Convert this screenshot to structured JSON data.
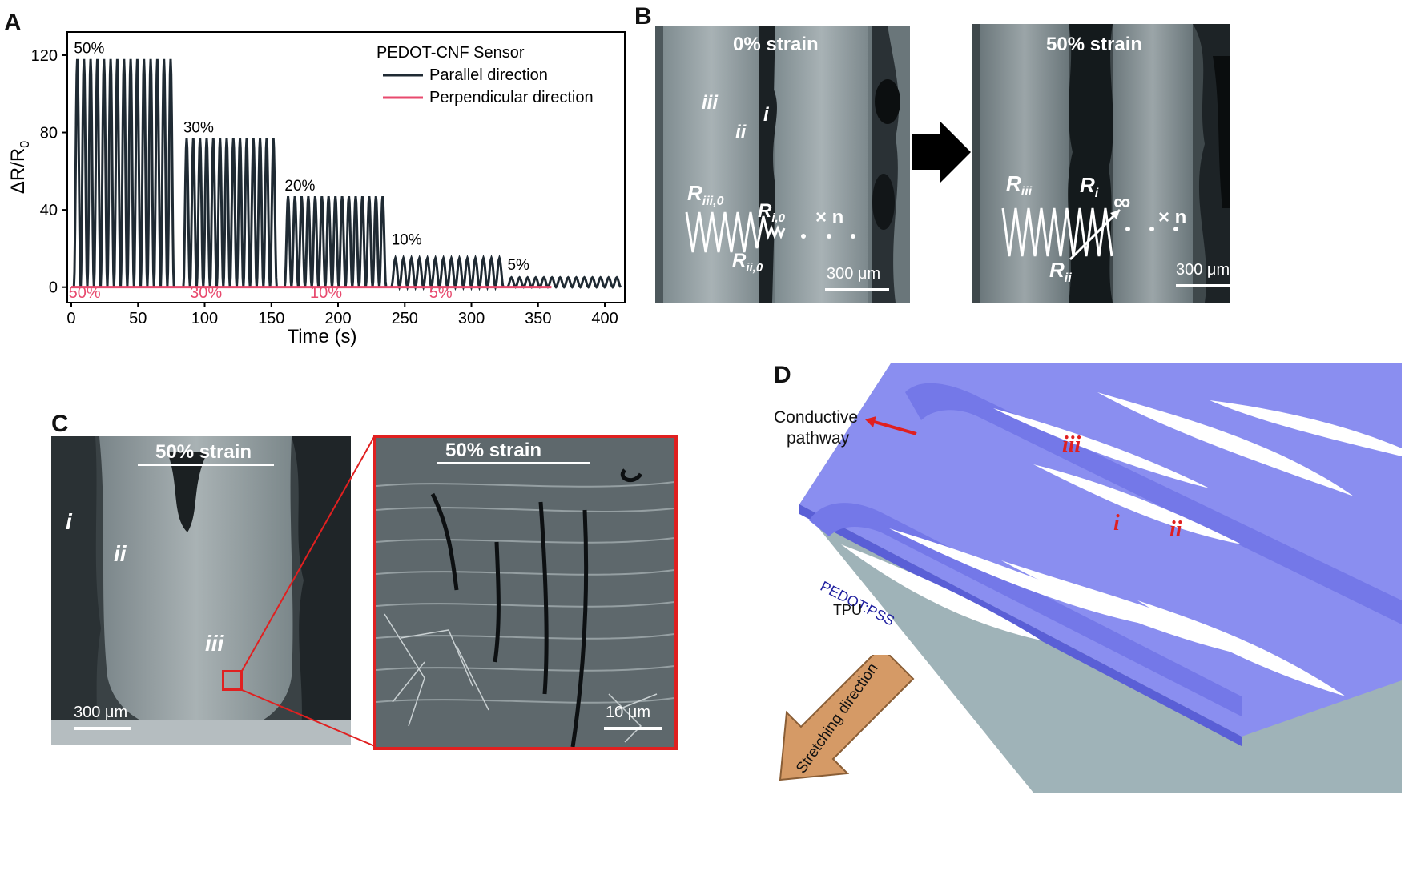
{
  "panels": {
    "a": {
      "letter": "A"
    },
    "b": {
      "letter": "B",
      "left_caption": "0% strain",
      "right_caption": "50% strain",
      "scalebar_left": "300 μm",
      "scalebar_right": "300 μm",
      "left_labels": {
        "i": "i",
        "ii": "ii",
        "iii": "iii",
        "r_iii0": "R",
        "r_iii0_sub": "iii,0",
        "r_i0": "R",
        "r_i0_sub": "i,0",
        "r_ii0": "R",
        "r_ii0_sub": "ii,0",
        "times_n": "× n"
      },
      "right_labels": {
        "r_iii": "R",
        "r_iii_sub": "iii",
        "r_i": "R",
        "r_i_sub": "i",
        "r_ii": "R",
        "r_ii_sub": "ii",
        "infinity": "∞",
        "times_n": "× n"
      }
    },
    "c": {
      "letter": "C",
      "left_caption": "50% strain",
      "right_caption": "50% strain",
      "scalebar_left": "300 μm",
      "scalebar_right": "10 μm",
      "labels": {
        "i": "i",
        "ii": "ii",
        "iii": "iii"
      }
    },
    "d": {
      "letter": "D",
      "conductive": "Conductive",
      "pathway": "pathway",
      "pedot": "PEDOT:PSS",
      "tpu": "TPU",
      "stretching": "Stretching direction",
      "labels": {
        "i": "i",
        "ii": "ii",
        "iii": "iii"
      }
    }
  },
  "chart_data": {
    "type": "line",
    "xlabel": "Time (s)",
    "ylabel": "ΔR/R",
    "ylabel_sub": "0",
    "xlim": [
      -3,
      415
    ],
    "ylim": [
      -8,
      132
    ],
    "x_ticks": [
      0,
      50,
      100,
      150,
      200,
      250,
      300,
      350,
      400
    ],
    "y_ticks": [
      0,
      40,
      80,
      120
    ],
    "legend_title": "PEDOT-CNF Sensor",
    "legend_position": "top-right",
    "series": [
      {
        "name": "Parallel direction",
        "color": "#1f2a33",
        "segments": [
          {
            "strain_label": "50%",
            "t_start": 2,
            "t_end": 77,
            "cycles": 15,
            "peak": 118,
            "label_at": [
              2,
              121
            ]
          },
          {
            "strain_label": "30%",
            "t_start": 84,
            "t_end": 154,
            "cycles": 14,
            "peak": 77,
            "label_at": [
              84,
              80
            ]
          },
          {
            "strain_label": "20%",
            "t_start": 160,
            "t_end": 236,
            "cycles": 15,
            "peak": 47,
            "label_at": [
              160,
              50
            ]
          },
          {
            "strain_label": "10%",
            "t_start": 240,
            "t_end": 324,
            "cycles": 14,
            "peak": 15,
            "label_at": [
              240,
              22
            ]
          },
          {
            "strain_label": "5%",
            "t_start": 327,
            "t_end": 412,
            "cycles": 14,
            "peak": 5,
            "label_at": [
              327,
              9
            ]
          }
        ]
      },
      {
        "name": "Perpendicular direction",
        "color": "#e84a6e",
        "segments": [
          {
            "t_start": 0,
            "t_end": 360,
            "value": 0
          }
        ]
      }
    ],
    "perpendicular_strain_labels": [
      {
        "text": "50%",
        "x": 10
      },
      {
        "text": "30%",
        "x": 101
      },
      {
        "text": "10%",
        "x": 191
      },
      {
        "text": "5%",
        "x": 277
      }
    ]
  },
  "colors": {
    "blue_surface": "#8a8ef0",
    "blue_stripe": "#6f73e6",
    "tpu": "#9fb3b8",
    "arrow": "#d59a66",
    "red": "#e02020"
  }
}
